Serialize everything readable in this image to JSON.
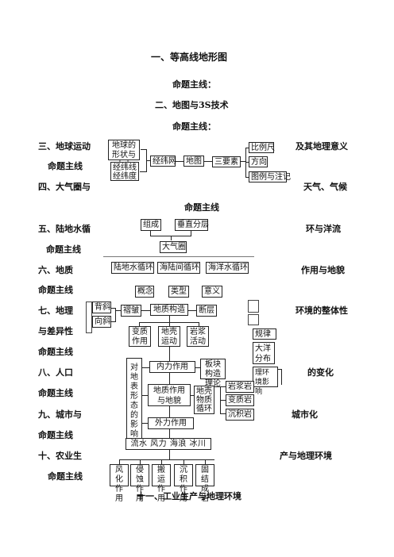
{
  "headings": {
    "h1": "一、等高线地形图",
    "m1": "命题主线：",
    "h2": "二、地图与3S技术",
    "m2": "命题主线：",
    "h3_left": "三、地球运动",
    "h3_right": "及其地理意义",
    "m3": "命题主线",
    "h4_left": "四、大气圈与",
    "h4_right": "天气、气候",
    "m4": "命题主线",
    "h5_left": "五、陆地水循",
    "h5_right": "环与洋流",
    "m5": "命题主线",
    "h6_left": "六、地质",
    "h6_right": "作用与地貌",
    "m6": "命题主线",
    "h7_left": "七、地理",
    "h7_right": "环境的整体性",
    "h7b": "与差异性",
    "m7": "命题主线",
    "h8_left": "八、人口",
    "h8_right": "的变化",
    "m8": "命题主线",
    "h9_left": "九、城市与",
    "h9_right": "城市化",
    "m9": "命题主线",
    "h10_left": "十、农业生",
    "h10_right": "产与地理环境",
    "m10": "命题主线",
    "h11": "十一、工业生产与地理环境"
  },
  "map_diagram": {
    "shape": "地球的形状与大小",
    "lat_lon": "经纬线经纬度",
    "grid": "经纬网",
    "map": "地图",
    "elements": "三要素",
    "scale": "比例尺",
    "direction": "方向",
    "legend": "图例与注记"
  },
  "atmo_diagram": {
    "composition": "组成",
    "vertical": "垂直分层",
    "atmosphere": "大气圈"
  },
  "water_diagram": {
    "land_cycle": "陆地水循环",
    "sea_land_cycle": "海陆间循环",
    "ocean_cycle": "海洋水循环",
    "concept": "概念",
    "type": "类型",
    "meaning": "意义"
  },
  "geo_diagram": {
    "anticline": "背斜",
    "syncline": "向斜",
    "fold": "褶皱",
    "structure": "地质构造",
    "fault": "断层",
    "tectonic": "变质作用",
    "crust_move": "地壳运动",
    "magma": "岩浆活动",
    "law": "规律",
    "ocean_dist": "大洋分布",
    "env_influence": "理环境影响",
    "surface_influence": "对地表形态的影响",
    "internal": "内力作用",
    "plate": "板块构造理论",
    "geo_process": "地质作用与地貌",
    "crust_cycle": "地壳物质循环",
    "magmatic_rock": "岩浆岩",
    "metamorphic_rock": "变质岩",
    "sedimentary_rock": "沉积岩",
    "external": "外力作用",
    "agents": "流水 风力 海浪 冰川",
    "weathering": "风化作用",
    "erosion": "侵蚀作用",
    "transport": "搬运作用",
    "deposition": "沉积作用",
    "consolidation": "固结成岩"
  }
}
